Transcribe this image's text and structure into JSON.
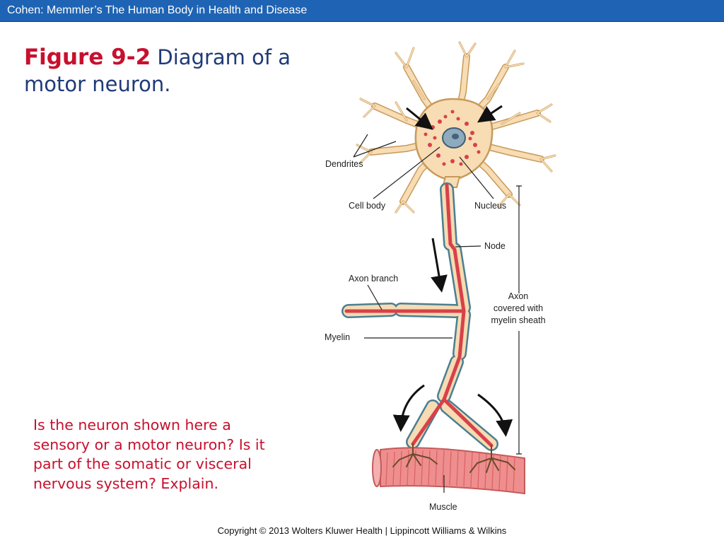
{
  "header": {
    "text": "Cohen: Memmler’s The Human Body in Health and Disease"
  },
  "title": {
    "figure": "Figure 9-2",
    "caption": "Diagram of a motor neuron."
  },
  "question": "Is the neuron shown here a sensory or a motor neuron? Is it part of the somatic or visceral nervous system? Explain.",
  "diagram": {
    "labels": {
      "dendrites": "Dendrites",
      "cell_body": "Cell body",
      "nucleus": "Nucleus",
      "node": "Node",
      "axon_branch": "Axon branch",
      "axon_line1": "Axon",
      "axon_line2": "covered with",
      "axon_line3": "myelin sheath",
      "myelin": "Myelin",
      "muscle": "Muscle"
    },
    "colors": {
      "membrane": "#4a7f92",
      "myelin": "#f6dbb3",
      "axon": "#d8414a",
      "cell_body": "#f7dcb4",
      "muscle": "#ef8e8e"
    }
  },
  "footer": "Copyright © 2013 Wolters Kluwer Health | Lippincott Williams & Wilkins"
}
